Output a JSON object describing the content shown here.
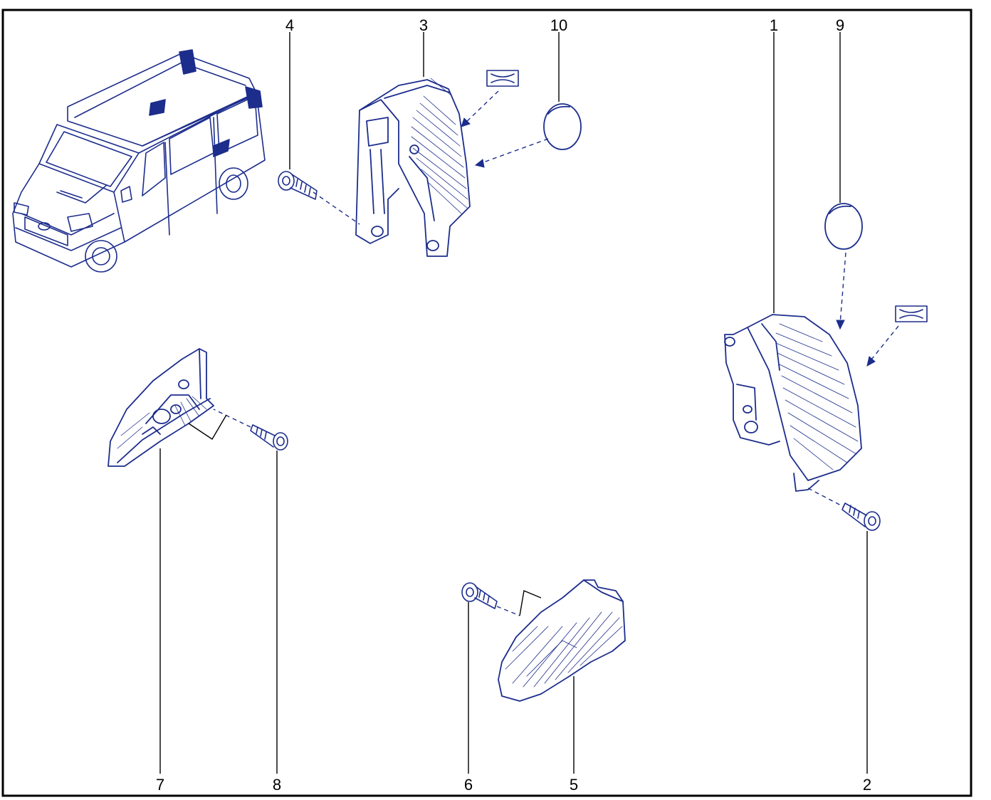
{
  "diagram": {
    "callouts": [
      {
        "id": "c1",
        "text": "1"
      },
      {
        "id": "c2",
        "text": "2"
      },
      {
        "id": "c3",
        "text": "3"
      },
      {
        "id": "c4",
        "text": "4"
      },
      {
        "id": "c5",
        "text": "5"
      },
      {
        "id": "c6",
        "text": "6"
      },
      {
        "id": "c7",
        "text": "7"
      },
      {
        "id": "c8",
        "text": "8"
      },
      {
        "id": "c9",
        "text": "9"
      },
      {
        "id": "c10",
        "text": "10"
      }
    ],
    "colors": {
      "ink": "#1c2d8c",
      "frame": "#000000",
      "background": "#ffffff"
    },
    "icons": [
      "van-icon",
      "screw-icon",
      "cap-icon",
      "gasket-icon",
      "lamp-icon"
    ]
  }
}
